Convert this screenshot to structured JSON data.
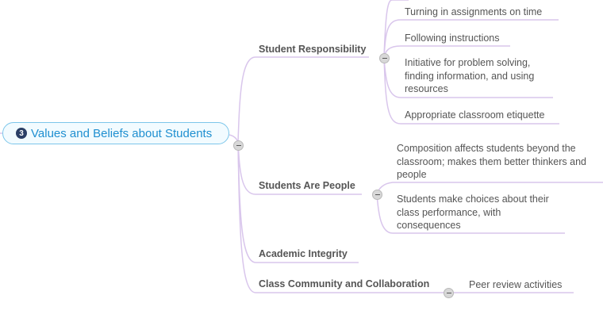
{
  "central": {
    "number": "3",
    "label": "Values and Beliefs about Students"
  },
  "branches": [
    {
      "label": "Student Responsibility",
      "children": [
        "Turning in assignments on time",
        "Following instructions",
        "Initiative for problem solving, finding information, and using resources",
        "Appropriate classroom etiquette"
      ]
    },
    {
      "label": "Students Are People",
      "children": [
        "Composition affects students beyond the classroom; makes them better thinkers and people",
        "Students make choices about their class performance, with consequences"
      ]
    },
    {
      "label": "Academic Integrity",
      "children": []
    },
    {
      "label": "Class Community and Collaboration",
      "children": [
        "Peer review activities"
      ]
    }
  ],
  "colors": {
    "connector": "#d9c6ec",
    "central_border": "#7cc6ea",
    "central_text": "#1f8fd0"
  }
}
